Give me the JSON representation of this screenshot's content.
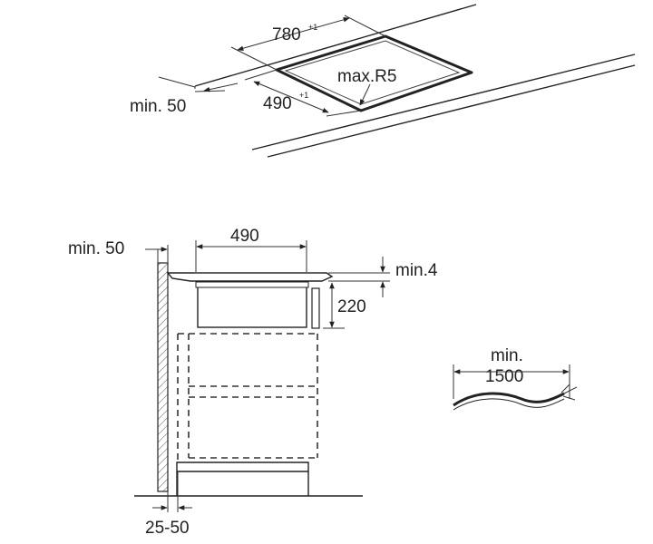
{
  "top_view": {
    "width_label": "780",
    "width_sup": "+1",
    "depth_label": "490",
    "depth_sup": "+1",
    "radius_label": "max.R5",
    "edge_label": "min. 50"
  },
  "side_view": {
    "wall_gap_label": "min. 50",
    "cutout_depth_label": "490",
    "clearance_label": "min.4",
    "height_label": "220",
    "wall_distance_label": "25-50"
  },
  "cable": {
    "line1": "min.",
    "line2": "1500"
  }
}
